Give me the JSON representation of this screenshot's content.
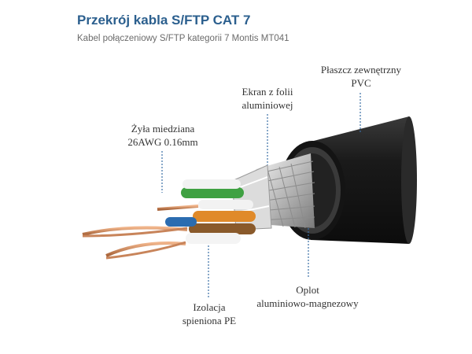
{
  "header": {
    "title": "Przekrój kabla S/FTP CAT 7",
    "subtitle": "Kabel połączeniowy S/FTP kategorii 7 Montis MT041"
  },
  "callouts": {
    "jacket": {
      "line1": "Płaszcz zewnętrzny",
      "line2": "PVC"
    },
    "foil": {
      "line1": "Ekran z folii",
      "line2": "aluminiowej"
    },
    "copper": {
      "line1": "Żyła miedziana",
      "line2": "26AWG 0.16mm"
    },
    "braid": {
      "line1": "Oplot",
      "line2": "aluminiowo-magnezowy"
    },
    "insulation": {
      "line1": "Izolacja",
      "line2": "spieniona PE"
    }
  },
  "colors": {
    "title": "#2b5f8e",
    "callout_line": "#3a6ea5",
    "jacket": "#1c1c1c",
    "pair_green": "#3fa142",
    "pair_orange": "#e08a2a",
    "pair_blue": "#2b6cb0",
    "pair_brown": "#8a5a2b",
    "copper": "#c8845a"
  }
}
